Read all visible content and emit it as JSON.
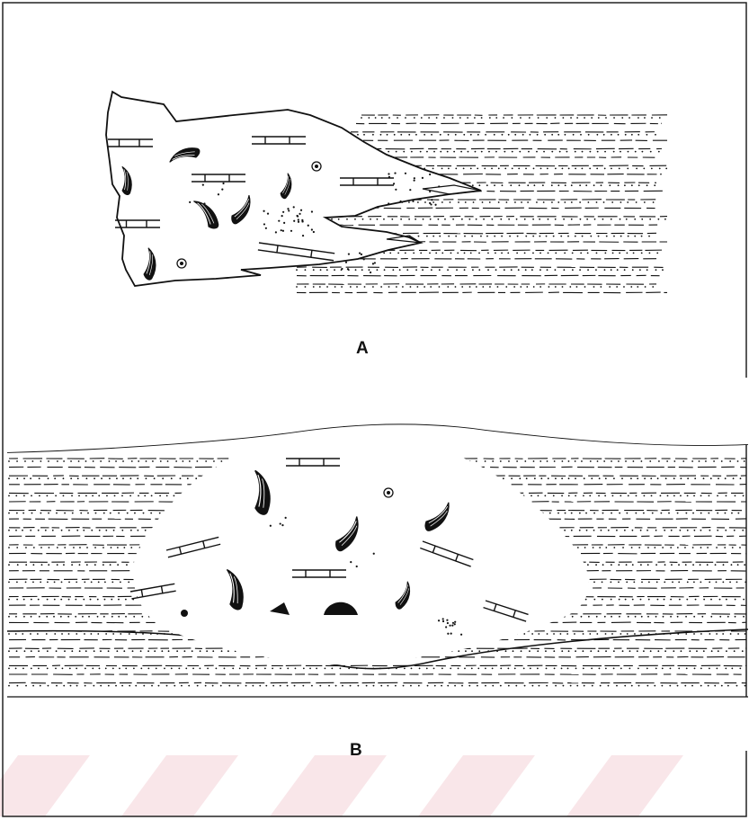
{
  "figure": {
    "panels": [
      {
        "id": "A",
        "label": "A"
      },
      {
        "id": "B",
        "label": "B"
      }
    ],
    "colors": {
      "ink": "#111111",
      "paper": "#ffffff",
      "watermark": "#f6dbe0"
    },
    "legend_symbols": [
      "limestone-brick",
      "shale-dash",
      "sand-dot",
      "fossil-shell",
      "gastropod"
    ]
  }
}
